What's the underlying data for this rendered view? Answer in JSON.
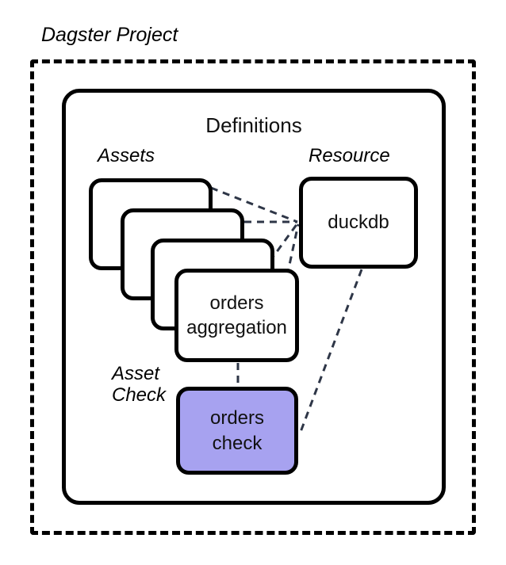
{
  "diagram": {
    "project_label": "Dagster Project",
    "definitions_label": "Definitions",
    "sections": {
      "assets_label": "Assets",
      "resource_label": "Resource",
      "asset_check_label_line1": "Asset",
      "asset_check_label_line2": "Check"
    },
    "nodes": {
      "asset_card_1": "",
      "asset_card_2": "",
      "asset_card_3": "",
      "asset_card_4_line1": "orders",
      "asset_card_4_line2": "aggregation",
      "resource_line1": "duckdb",
      "check_line1": "orders",
      "check_line2": "check"
    },
    "colors": {
      "check_fill": "#a7a2f0",
      "stroke": "#000000",
      "edge": "#2e3647",
      "background": "#ffffff"
    }
  }
}
